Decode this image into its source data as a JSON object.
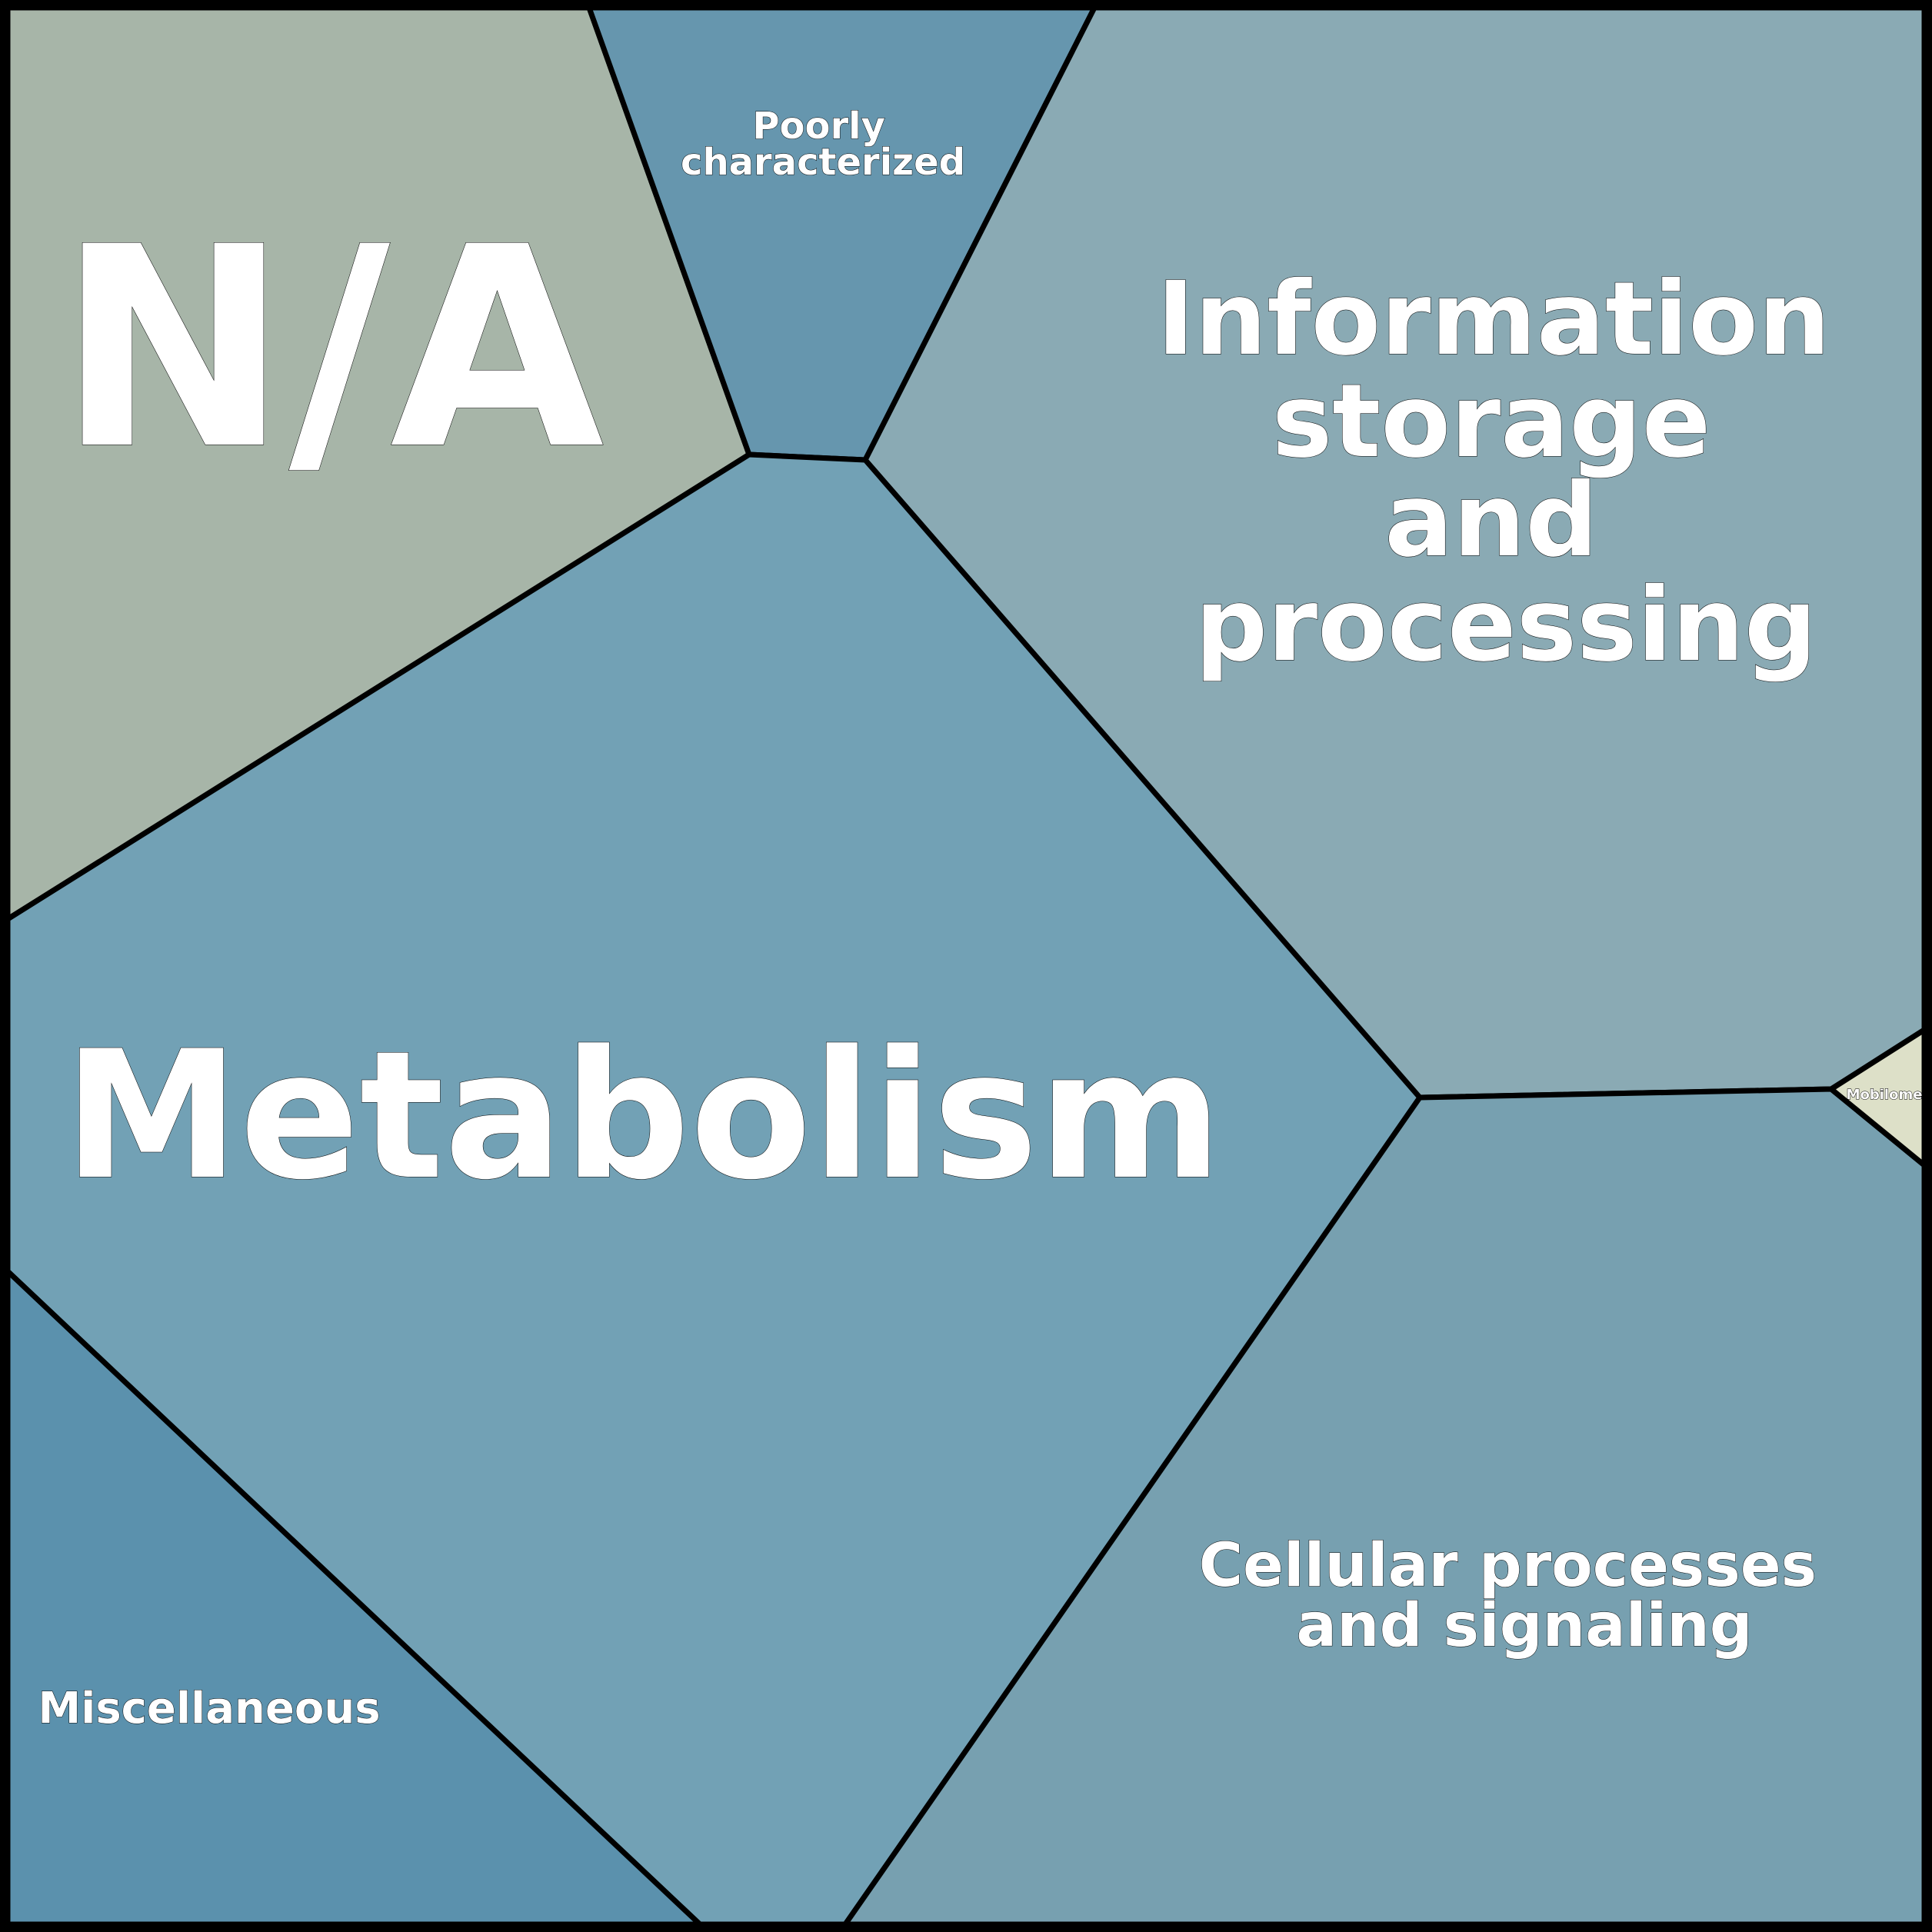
{
  "title": "Voronoi treemap of functional categories",
  "cells": [
    {
      "id": "na",
      "label_lines": [
        "N/A"
      ],
      "color": "#a7b5a8"
    },
    {
      "id": "poorly",
      "label_lines": [
        "Poorly",
        "characterized"
      ],
      "color": "#6696ae"
    },
    {
      "id": "info",
      "label_lines": [
        "Information",
        "storage",
        "and",
        "processing"
      ],
      "color": "#8aaab4"
    },
    {
      "id": "metabolism",
      "label_lines": [
        "Metabolism"
      ],
      "color": "#72a1b5"
    },
    {
      "id": "cellular",
      "label_lines": [
        "Cellular processes",
        "and signaling"
      ],
      "color": "#77a0b0"
    },
    {
      "id": "misc",
      "label_lines": [
        "Miscellaneous"
      ],
      "color": "#5b91ad"
    },
    {
      "id": "mobilome",
      "label_lines": [
        "Mobilome"
      ],
      "color": "#dde0c8"
    }
  ]
}
